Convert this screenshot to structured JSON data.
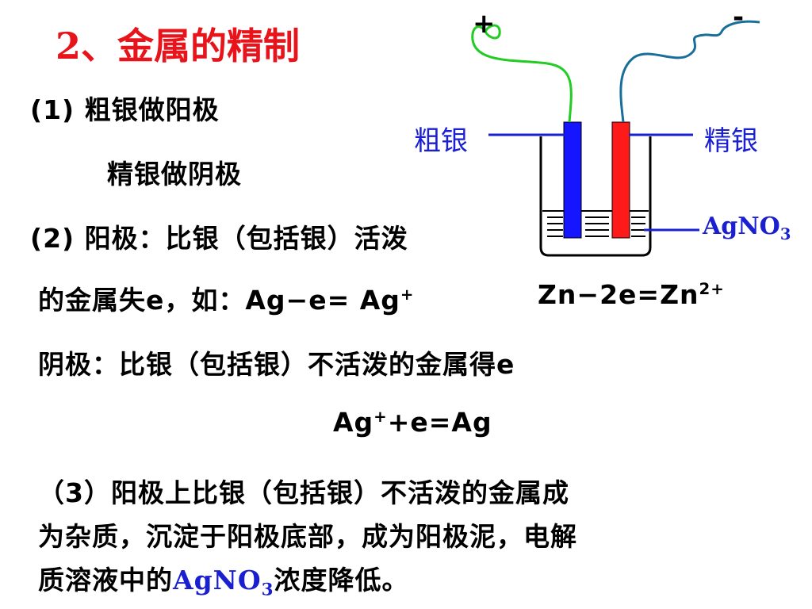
{
  "title": "2、金属的精制",
  "lines": {
    "l1": "(1) 粗银做阳极",
    "l2": "精银做阴极",
    "l3": "(2) 阳极：比银（包括银）活泼",
    "l4_text": "的金属失e，如：Ag−e= Ag",
    "l4_sup": "+",
    "l4_eq2": "Zn−2e=Zn",
    "l4_eq2_sup": "2+",
    "l5": "阴极：比银（包括银）不活泼的金属得e",
    "l6_a": "Ag",
    "l6_sup": "+",
    "l6_b": "+e=Ag",
    "l7": "（3）阳极上比银（包括银）不活泼的金属成",
    "l8": "为杂质，沉淀于阳极底部，成为阳极泥，电解",
    "l9_pre": "质溶液中的",
    "l9_chem": "AgNO",
    "l9_sub": "3",
    "l9_post": "浓度降低。"
  },
  "diagram": {
    "plus": "+",
    "minus": "-",
    "label_crude": "粗银",
    "label_pure": "精银",
    "label_solution": "AgNO",
    "label_solution_sub": "3"
  },
  "colors": {
    "title": "#e8141c",
    "label": "#1a1fd0",
    "anode": "#1515ff",
    "cathode": "#ff1a1a",
    "wire_plus": "#22cc22",
    "wire_minus": "#1a6f9a"
  }
}
